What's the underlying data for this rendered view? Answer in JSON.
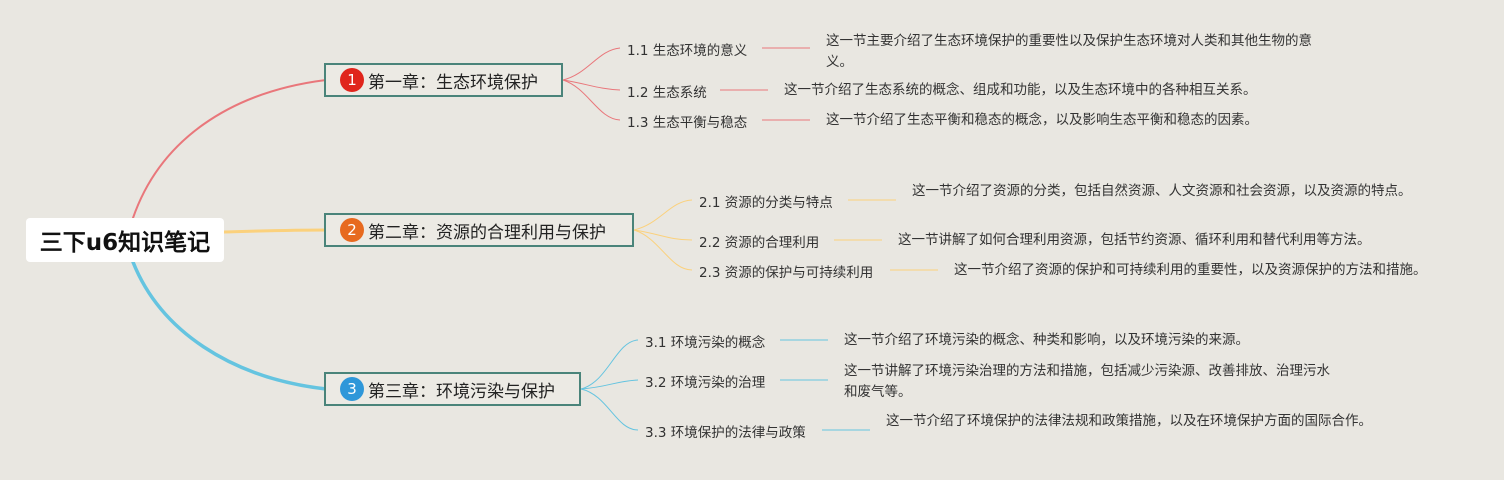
{
  "colors": {
    "background": "#e9e7e1",
    "chapter_border": "#4a847a",
    "branch1": "#e9777b",
    "branch2": "#fbd17c",
    "branch3": "#65c4e0",
    "badge1": "#e0251c",
    "badge2": "#e76a1f",
    "badge3": "#2f97d9"
  },
  "root": {
    "title": "三下u6知识笔记"
  },
  "chapters": [
    {
      "number": "1",
      "title": "第一章：生态环境保护",
      "sections": [
        {
          "title": "1.1 生态环境的意义",
          "desc": "这一节主要介绍了生态环境保护的重要性以及保护生态环境对人类和其他生物的意义。"
        },
        {
          "title": "1.2 生态系统",
          "desc": "这一节介绍了生态系统的概念、组成和功能，以及生态环境中的各种相互关系。"
        },
        {
          "title": "1.3 生态平衡与稳态",
          "desc": "这一节介绍了生态平衡和稳态的概念，以及影响生态平衡和稳态的因素。"
        }
      ]
    },
    {
      "number": "2",
      "title": "第二章：资源的合理利用与保护",
      "sections": [
        {
          "title": "2.1 资源的分类与特点",
          "desc": "这一节介绍了资源的分类，包括自然资源、人文资源和社会资源，以及资源的特点。"
        },
        {
          "title": "2.2 资源的合理利用",
          "desc": "这一节讲解了如何合理利用资源，包括节约资源、循环利用和替代利用等方法。"
        },
        {
          "title": "2.3 资源的保护与可持续利用",
          "desc": "这一节介绍了资源的保护和可持续利用的重要性，以及资源保护的方法和措施。"
        }
      ]
    },
    {
      "number": "3",
      "title": "第三章：环境污染与保护",
      "sections": [
        {
          "title": "3.1 环境污染的概念",
          "desc": "这一节介绍了环境污染的概念、种类和影响，以及环境污染的来源。"
        },
        {
          "title": "3.2 环境污染的治理",
          "desc": "这一节讲解了环境污染治理的方法和措施，包括减少污染源、改善排放、治理污水和废气等。"
        },
        {
          "title": "3.3 环境保护的法律与政策",
          "desc": "这一节介绍了环境保护的法律法规和政策措施，以及在环境保护方面的国际合作。"
        }
      ]
    }
  ]
}
